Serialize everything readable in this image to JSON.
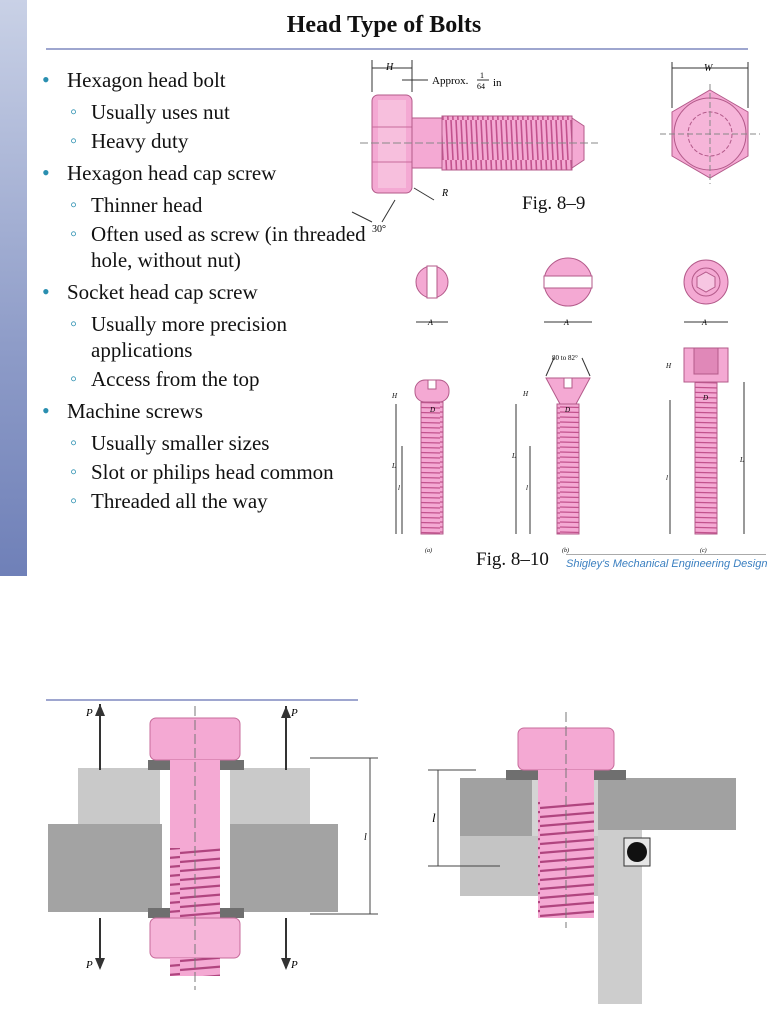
{
  "slide": {
    "title": "Head Type of Bolts",
    "bullets": [
      {
        "text": "Hexagon head bolt",
        "sub": [
          "Usually uses nut",
          "Heavy duty"
        ]
      },
      {
        "text": "Hexagon head cap screw",
        "sub": [
          "Thinner head",
          "Often used as screw (in threaded hole, without nut)"
        ]
      },
      {
        "text": "Socket head cap screw",
        "sub": [
          "Usually more precision applications",
          "Access from the top"
        ]
      },
      {
        "text": "Machine screws",
        "sub": [
          "Usually smaller sizes",
          "Slot or philips head common",
          "Threaded all the way"
        ]
      }
    ],
    "fig1_caption": "Fig. 8–9",
    "fig2_caption": "Fig. 8–10",
    "credit": "Shigley's Mechanical Engineering Design",
    "labels": {
      "H": "H",
      "approx": "Approx.",
      "frac_num": "1",
      "frac_den": "64",
      "in": "in",
      "W": "W",
      "R": "R",
      "angle30": "30°",
      "A": "A",
      "angle_range": "80 to 82°",
      "D": "D",
      "L": "L",
      "l": "l",
      "a": "(a)",
      "b": "(b)",
      "c": "(c)"
    }
  },
  "lower_figure": {
    "P": "P",
    "l": "l"
  },
  "colors": {
    "bolt_pink": "#f4a9d3",
    "bolt_dark": "#d86aa6",
    "plate_gray": "#a9a9a9",
    "accent_blue": "#2a8fb0"
  }
}
